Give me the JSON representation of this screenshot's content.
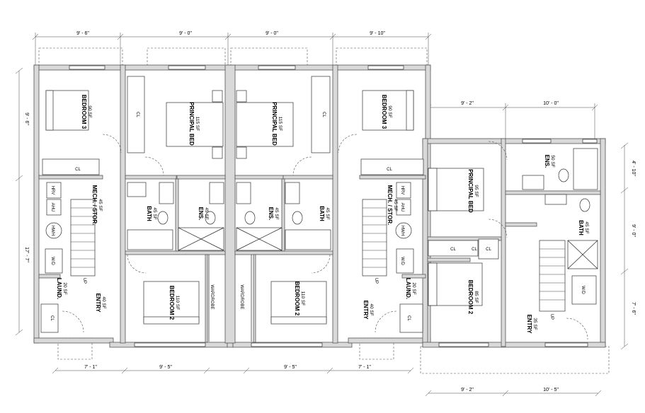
{
  "rooms": [
    {
      "name": "BEDROOM 3",
      "area": "90 SF"
    },
    {
      "name": "PRINCIPAL BED",
      "area": "115 SF"
    },
    {
      "name": "PRINCIPAL BED",
      "area": "115 SF"
    },
    {
      "name": "BEDROOM 3",
      "area": "90 SF"
    },
    {
      "name": "PRINCIPAL BED",
      "area": "95 SF"
    },
    {
      "name": "ENS.",
      "area": "50 SF"
    },
    {
      "name": "MECH. / STOR.",
      "area": "45 SF"
    },
    {
      "name": "BATH",
      "area": "45 SF"
    },
    {
      "name": "ENS.",
      "area": "45 SF"
    },
    {
      "name": "ENS.",
      "area": "45 SF"
    },
    {
      "name": "BATH",
      "area": "45 SF"
    },
    {
      "name": "MECH. / STOR.",
      "area": "45 SF"
    },
    {
      "name": "BATH",
      "area": "45 SF"
    },
    {
      "name": "LAUND.",
      "area": "20 SF"
    },
    {
      "name": "ENTRY",
      "area": "40 SF"
    },
    {
      "name": "BEDROOM 2",
      "area": "110 SF"
    },
    {
      "name": "BEDROOM 2",
      "area": "110 SF"
    },
    {
      "name": "ENTRY",
      "area": "40 SF"
    },
    {
      "name": "LAUND.",
      "area": "20 SF"
    },
    {
      "name": "BEDROOM 2",
      "area": "85 SF"
    },
    {
      "name": "ENTRY",
      "area": "35 SF"
    }
  ],
  "wardrobes": [
    "WARDROBE",
    "WARDROBE"
  ],
  "fixtures": {
    "closet": "CL",
    "hrv": "HRV",
    "ahu": "AHU",
    "hwh": "HWH",
    "washer_dryer": "W/D",
    "up": "UP"
  },
  "dimensions": {
    "top": [
      "9' - 6\"",
      "9' - 0\"",
      "9' - 0\"",
      "9' - 10\""
    ],
    "left": [
      "9' - 6\"",
      "17' - 7\""
    ],
    "right": [
      "4' - 10\"",
      "9' - 0\"",
      "7' - 6\""
    ],
    "right_unit_top": [
      "9' - 2\"",
      "10' - 0\""
    ],
    "bottom": [
      "7' - 1\"",
      "9' - 5\"",
      "9' - 5\"",
      "7' - 1\""
    ],
    "right_unit_bottom": [
      "9' - 2\"",
      "10' - 5\""
    ]
  }
}
